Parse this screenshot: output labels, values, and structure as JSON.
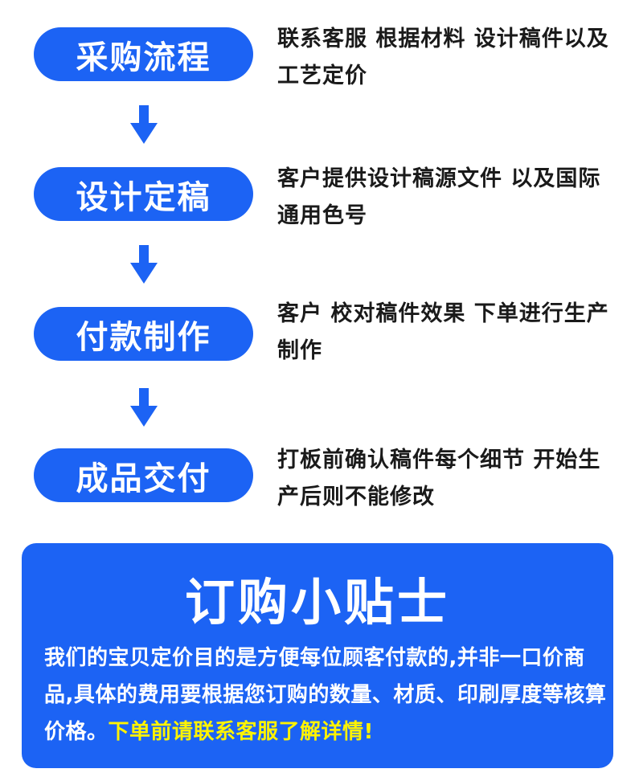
{
  "steps": [
    {
      "label": "采购流程",
      "desc": "联系客服 根据材料 设计稿件以及工艺定价"
    },
    {
      "label": "设计定稿",
      "desc": "客户提供设计稿源文件 以及国际通用色号"
    },
    {
      "label": "付款制作",
      "desc": "客户 校对稿件效果 下单进行生产制作"
    },
    {
      "label": "成品交付",
      "desc": "打板前确认稿件每个细节 开始生产后则不能修改"
    }
  ],
  "tips": {
    "title": "订购小贴士",
    "body": "我们的宝贝定价目的是方便每位顾客付款的,并非一口价商品,具体的费用要根据您订购的数量、材质、印刷厚度等核算价格。",
    "highlight": "下单前请联系客服了解详情!"
  },
  "colors": {
    "accent": "#1c63f4",
    "highlight": "#fff300",
    "text": "#1a1a1a"
  },
  "icons": {
    "arrow": "down-arrow-icon"
  }
}
